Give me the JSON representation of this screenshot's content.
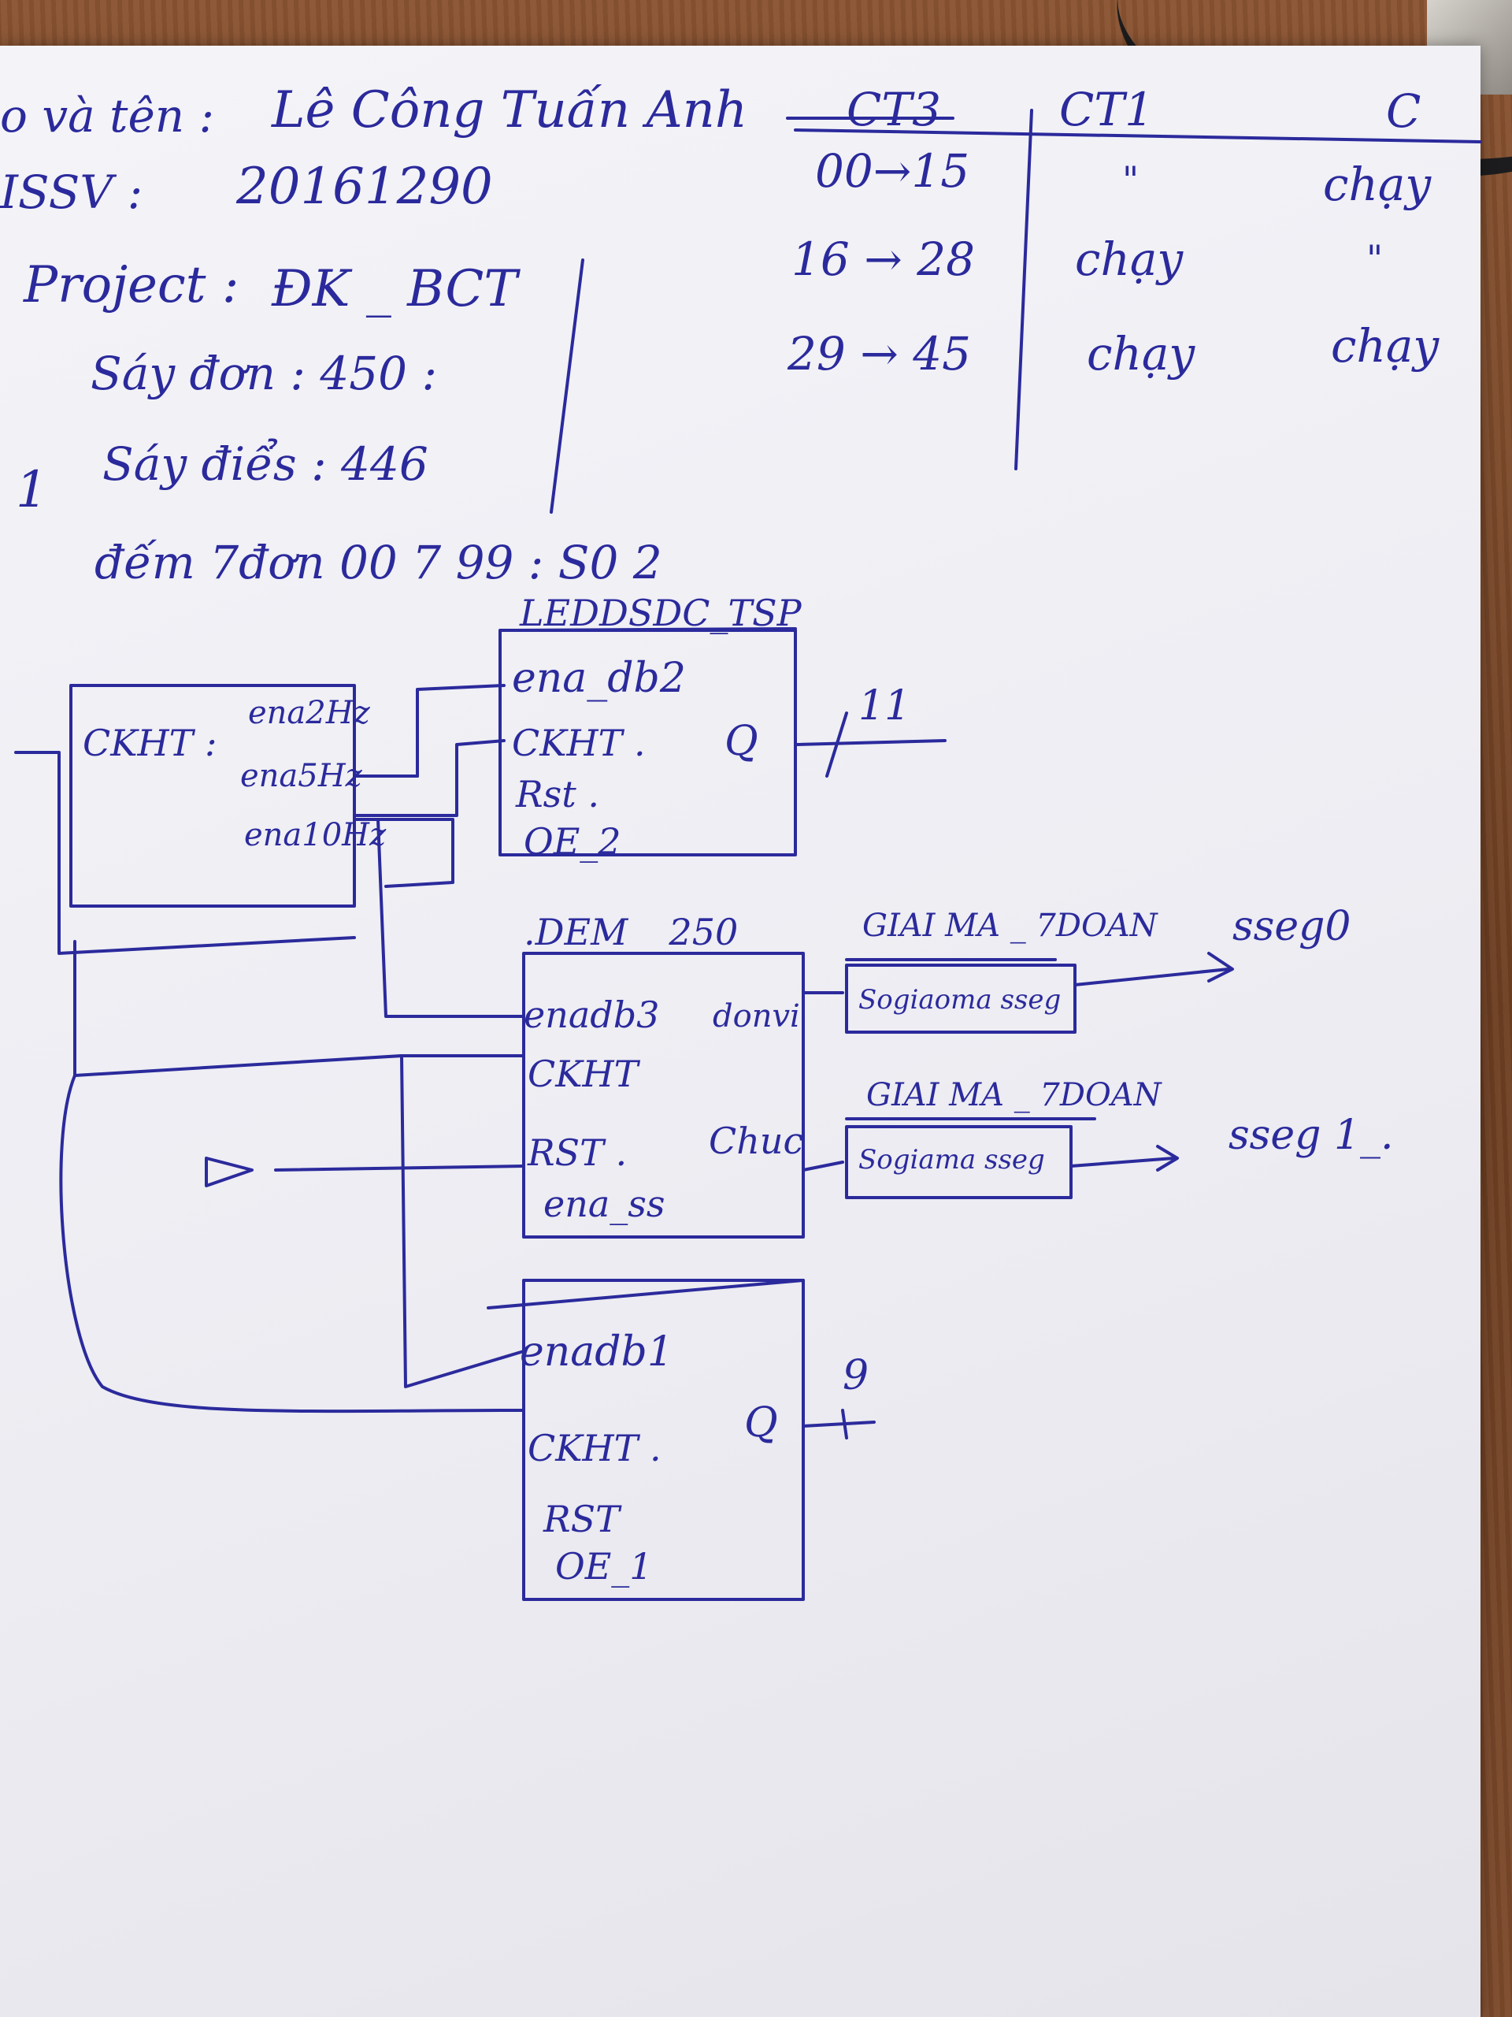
{
  "header": {
    "name_label": "o và tên :",
    "name_value": "Lê Công Tuấn Anh",
    "id_label": "ISSV :",
    "id_value": "20161290",
    "project_label": "Project :",
    "project_value": "ĐK _ BCT",
    "line1": "Sáy đơn : 450 :",
    "line2_prefix": "1",
    "line2": "Sáy điểs : 446",
    "line3": "đếm 7đơn 00 7 99 : S0 2"
  },
  "table": {
    "headers": [
      "CT3",
      "CT1",
      "C"
    ],
    "rows": [
      {
        "range": "00→15",
        "ct1": "\"",
        "ct2": "chạy"
      },
      {
        "range": "16 → 28",
        "ct1": "chạy",
        "ct2": "\""
      },
      {
        "range": "29 → 45",
        "ct1": "chạy",
        "ct2": "chạy"
      }
    ]
  },
  "blocks": {
    "clock": {
      "input": "CKHT :",
      "out1": "ena2Hz",
      "out2": "ena5Hz",
      "out3": "ena10Hz"
    },
    "led": {
      "title": "LEDDSDC_TSP",
      "in1": "ena_db2",
      "in2": "CKHT .",
      "in3": "Rst .",
      "in4": "OE_2",
      "out": "Q",
      "bus": "11"
    },
    "dem": {
      "title": ".DEM _ 250",
      "in1": "enadb3",
      "in2": "CKHT",
      "in3": "RST .",
      "in4": "ena_ss",
      "out1": "donvi",
      "out2": "Chuc"
    },
    "gm0": {
      "title": "GIAI MA _ 7DOAN",
      "body": "Sogiaoma sseg",
      "out": "sseg0"
    },
    "gm1": {
      "title": "GIAI MA _ 7DOAN",
      "body": "Sogiama sseg",
      "out": "sseg 1_."
    },
    "block3": {
      "in1": "enadb1",
      "in2": "CKHT .",
      "in3": "RST",
      "in4": "OE_1",
      "out": "Q",
      "bus": "9"
    }
  }
}
